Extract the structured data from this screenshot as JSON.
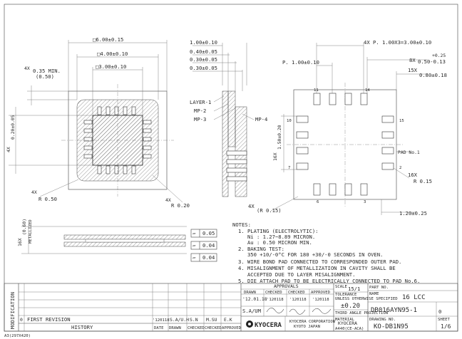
{
  "top_view": {
    "dim_outer": "□6.00±0.15",
    "dim_mid": "□4.00±0.10",
    "dim_inner": "□3.00±0.10",
    "dim_left_a": "4X",
    "dim_left_b": "0.35 MIN.",
    "dim_left_c": "(0.50)",
    "dim_side_4x": "4X",
    "dim_side_val": "0.20±0.05",
    "corner_left_a": "4X",
    "corner_left_b": "R 0.50",
    "corner_right_a": "4X",
    "corner_right_b": "R 0.20"
  },
  "section_view": {
    "d1": "1.00±0.10",
    "d2": "0.40±0.05",
    "d3": "0.30±0.05",
    "d4": "0.30±0.05",
    "layer1": "LAYER-1",
    "mp2": "MP-2",
    "mp3": "MP-3",
    "mp4": "MP-4"
  },
  "bottom_view": {
    "dim_top": "4X P. 1.00X3=3.00±0.10",
    "dim_p": "P. 1.00±0.10",
    "dim_8x": "8X",
    "dim_8x_tol": "+0.25",
    "dim_8x_val": "0.50-0.13",
    "dim_15x": "15X",
    "dim_15x_val": "0.80±0.18",
    "dim_16x_left": "16X",
    "dim_16x_left_val": "1.50±0.20",
    "pad_no1": "PAD No.1",
    "r_16x": "16X",
    "r_16x_val": "R 0.15",
    "r_4x": "4X",
    "r_4x_val": "(R 0.15)",
    "dim_bottom": "1.20±0.25",
    "pin_11": "11",
    "pin_14": "14",
    "pin_10": "10",
    "pin_15": "15",
    "pin_7": "7",
    "pin_2": "2",
    "pin_6": "6",
    "pin_3": "3"
  },
  "meta_view": {
    "label_a": "16X",
    "label_b": "(0.60)",
    "label_c": "METALLIZED"
  },
  "tolerances": [
    {
      "sym": "▱",
      "val": "0.05"
    },
    {
      "sym": "▱",
      "val": "0.04"
    },
    {
      "sym": "▱",
      "val": "0.04"
    }
  ],
  "notes": {
    "title": "NOTES:",
    "lines": [
      "1. PLATING (ELECTROLYTIC):",
      "   Ni : 1.27~8.89 MICRON.",
      "   Au : 0.50 MICRON MIN.",
      "2. BAKING TEST:",
      "   350 +10/-0°C FOR 180 +30/-0 SECONDS IN OVEN.",
      "3. WIRE BOND PAD CONNECTED TO CORRESPONDED OUTER PAD.",
      "4. MISALIGNMENT OF METALLIZATION IN CAVITY SHALL BE",
      "   ACCEPTED DUE TO LAYER MISALIGNMENT.",
      "5. DIE ATTACH PAD TO BE ELECTRICALLY CONNECTED TO PAD No.6."
    ]
  },
  "title_block": {
    "modification": "MODIFICATION",
    "approvals": "APPROVALS",
    "drawn": "DRAWN",
    "checked": "CHECKED",
    "checked2": "CHECKED",
    "approved": "APPROVED",
    "drawn_date": "'12.01.18",
    "drawn_name": "S.A/UM",
    "date2": "'120118",
    "date3": "'120118",
    "date4": "'120118",
    "scale_label": "SCALE",
    "scale_val": "15/1",
    "tolerance_label": "TOLERANCE",
    "tolerance_note": "UNLESS OTHERWISE SPECIFIED",
    "tolerance_val": "±0.20",
    "projection": "THIRD ANGLE PROJECTION",
    "part_no_label": "PART NO.",
    "name_label": "NAME",
    "name_val": "16 LCC",
    "part_no_val": "DB016AYN95-1",
    "material_label": "MATERIAL",
    "material_a": "KYOCERA",
    "material_b": "A440(CE-ACA)",
    "drawing_no_label": "DRAWING NO.",
    "drawing_no": "KO-DB1N95",
    "sheet_label": "SHEET",
    "sheet_val": "1/6",
    "rev": "0",
    "company_a": "KYOCERA CORPORATION",
    "company_b": "KYOTO JAPAN",
    "logo": "KYOCERA",
    "first_revision": "FIRST REVISION",
    "history": "HISTORY",
    "rev_mark": "0",
    "hist_date": "'120118",
    "hist_drawn": "S.A/U.H",
    "hist_chk": "S.N",
    "hist_chk2": "M.SU",
    "hist_appr": "E.K",
    "col_date": "DATE",
    "col_drawn": "DRAWN",
    "col_checked": "CHECKED",
    "col_checked2": "CHECKED",
    "col_approved": "APPROVED",
    "footer_code": "A3(297X420)"
  }
}
